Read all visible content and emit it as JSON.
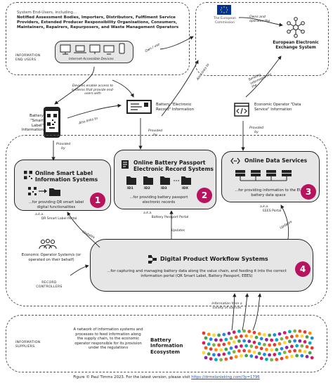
{
  "top_left": {
    "heading": "System End-Users, including...",
    "lines": [
      "Notified Assessment Bodies, Importers, Distributors, Fulfilment Service",
      "Providers, Extended Producer Responsibility Organisations, Consumers,",
      "Maintainers, Repairers, Repurposers, and Waste Management Operators"
    ],
    "end_users_label": "INFORMATION END USERS",
    "devices_caption": "Internet-Accessible Devices",
    "own_use": "Own / use"
  },
  "eu": {
    "commission": "The European Commission",
    "owns_operates": "Owns and operates the",
    "exchange_system": "European Electronic Exchange System",
    "sending_info": "Sending information to the",
    "also_links": "Also links to"
  },
  "middle_top": {
    "devices_enable": "Devices enable access to systems that provide end-users with",
    "smart_label_title": "Battery \"Smart Label\" Information",
    "also_links_to": "Also links to",
    "electronic_record_title": "Battery \"Electronic Record\" Information",
    "data_service_title": "Economic Operator \"Data Service\" Information",
    "provided_by": "Provided by"
  },
  "systems": [
    {
      "title": "Online Smart Label Information Systems",
      "desc": "...for providing QR smart label digital functionalities",
      "number": "1",
      "aka": "a.k.a.",
      "aka_name": "QR Smart Label Portal"
    },
    {
      "title": "Online Battery Passport Electronic Record Systems",
      "desc": "...for providing battery passport electronic records",
      "number": "2",
      "aka": "a.k.a.",
      "aka_name": "Battery Passport Portal",
      "ids": [
        "ID1",
        "ID2",
        "ID3",
        "IDX"
      ]
    },
    {
      "title": "Online Data Services",
      "desc": "...for providing information to the EU battery data space",
      "number": "3",
      "aka": "a.k.a.",
      "aka_name": "EEES Portal"
    }
  ],
  "updates": "Updates",
  "workflow": {
    "title": "Digital Product Workflow Systems",
    "desc": "...for capturing and managing battery data along the value chain, and feeding it into the correct information portal (QR Smart Label, Battery Passport, EEES)",
    "number": "4"
  },
  "controllers": {
    "operator": "Economic Operator System/s (or operated on their behalf)",
    "label": "RECORD CONTROLLERS"
  },
  "bottom": {
    "info_from": "Information from a variety of sources",
    "suppliers": "INFORMATION SUPPLIERS",
    "network": "A network of information systems and processes to feed information along the supply chain, to the economic operator responsible for its provision under the regulations",
    "ecosystem": "Battery Information Ecosystem"
  },
  "footer": {
    "text": "Figure © Paul Timms 2023. For the latest version, please visit ",
    "link": "https://drmelanieking.com/?p=1796"
  },
  "colors": {
    "accent": "#b8135f",
    "eu_blue": "#003399",
    "eu_star": "#ffcc00",
    "blob": "#e6e6e6"
  }
}
